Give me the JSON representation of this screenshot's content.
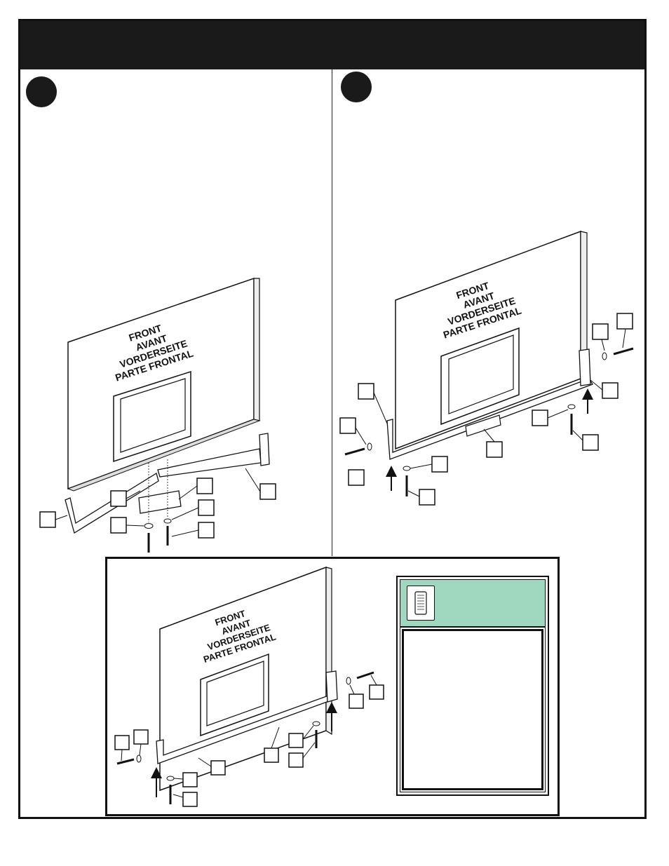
{
  "board_label": {
    "lines": [
      "FRONT",
      "AVANT",
      "VORDERSEITE",
      "PARTE FRONTAL"
    ]
  },
  "colors": {
    "header": "#1a1a1a",
    "tip_header": "#a0d8bf",
    "ink": "#111111"
  },
  "icons": {
    "tip": "hardware-pack-icon"
  }
}
